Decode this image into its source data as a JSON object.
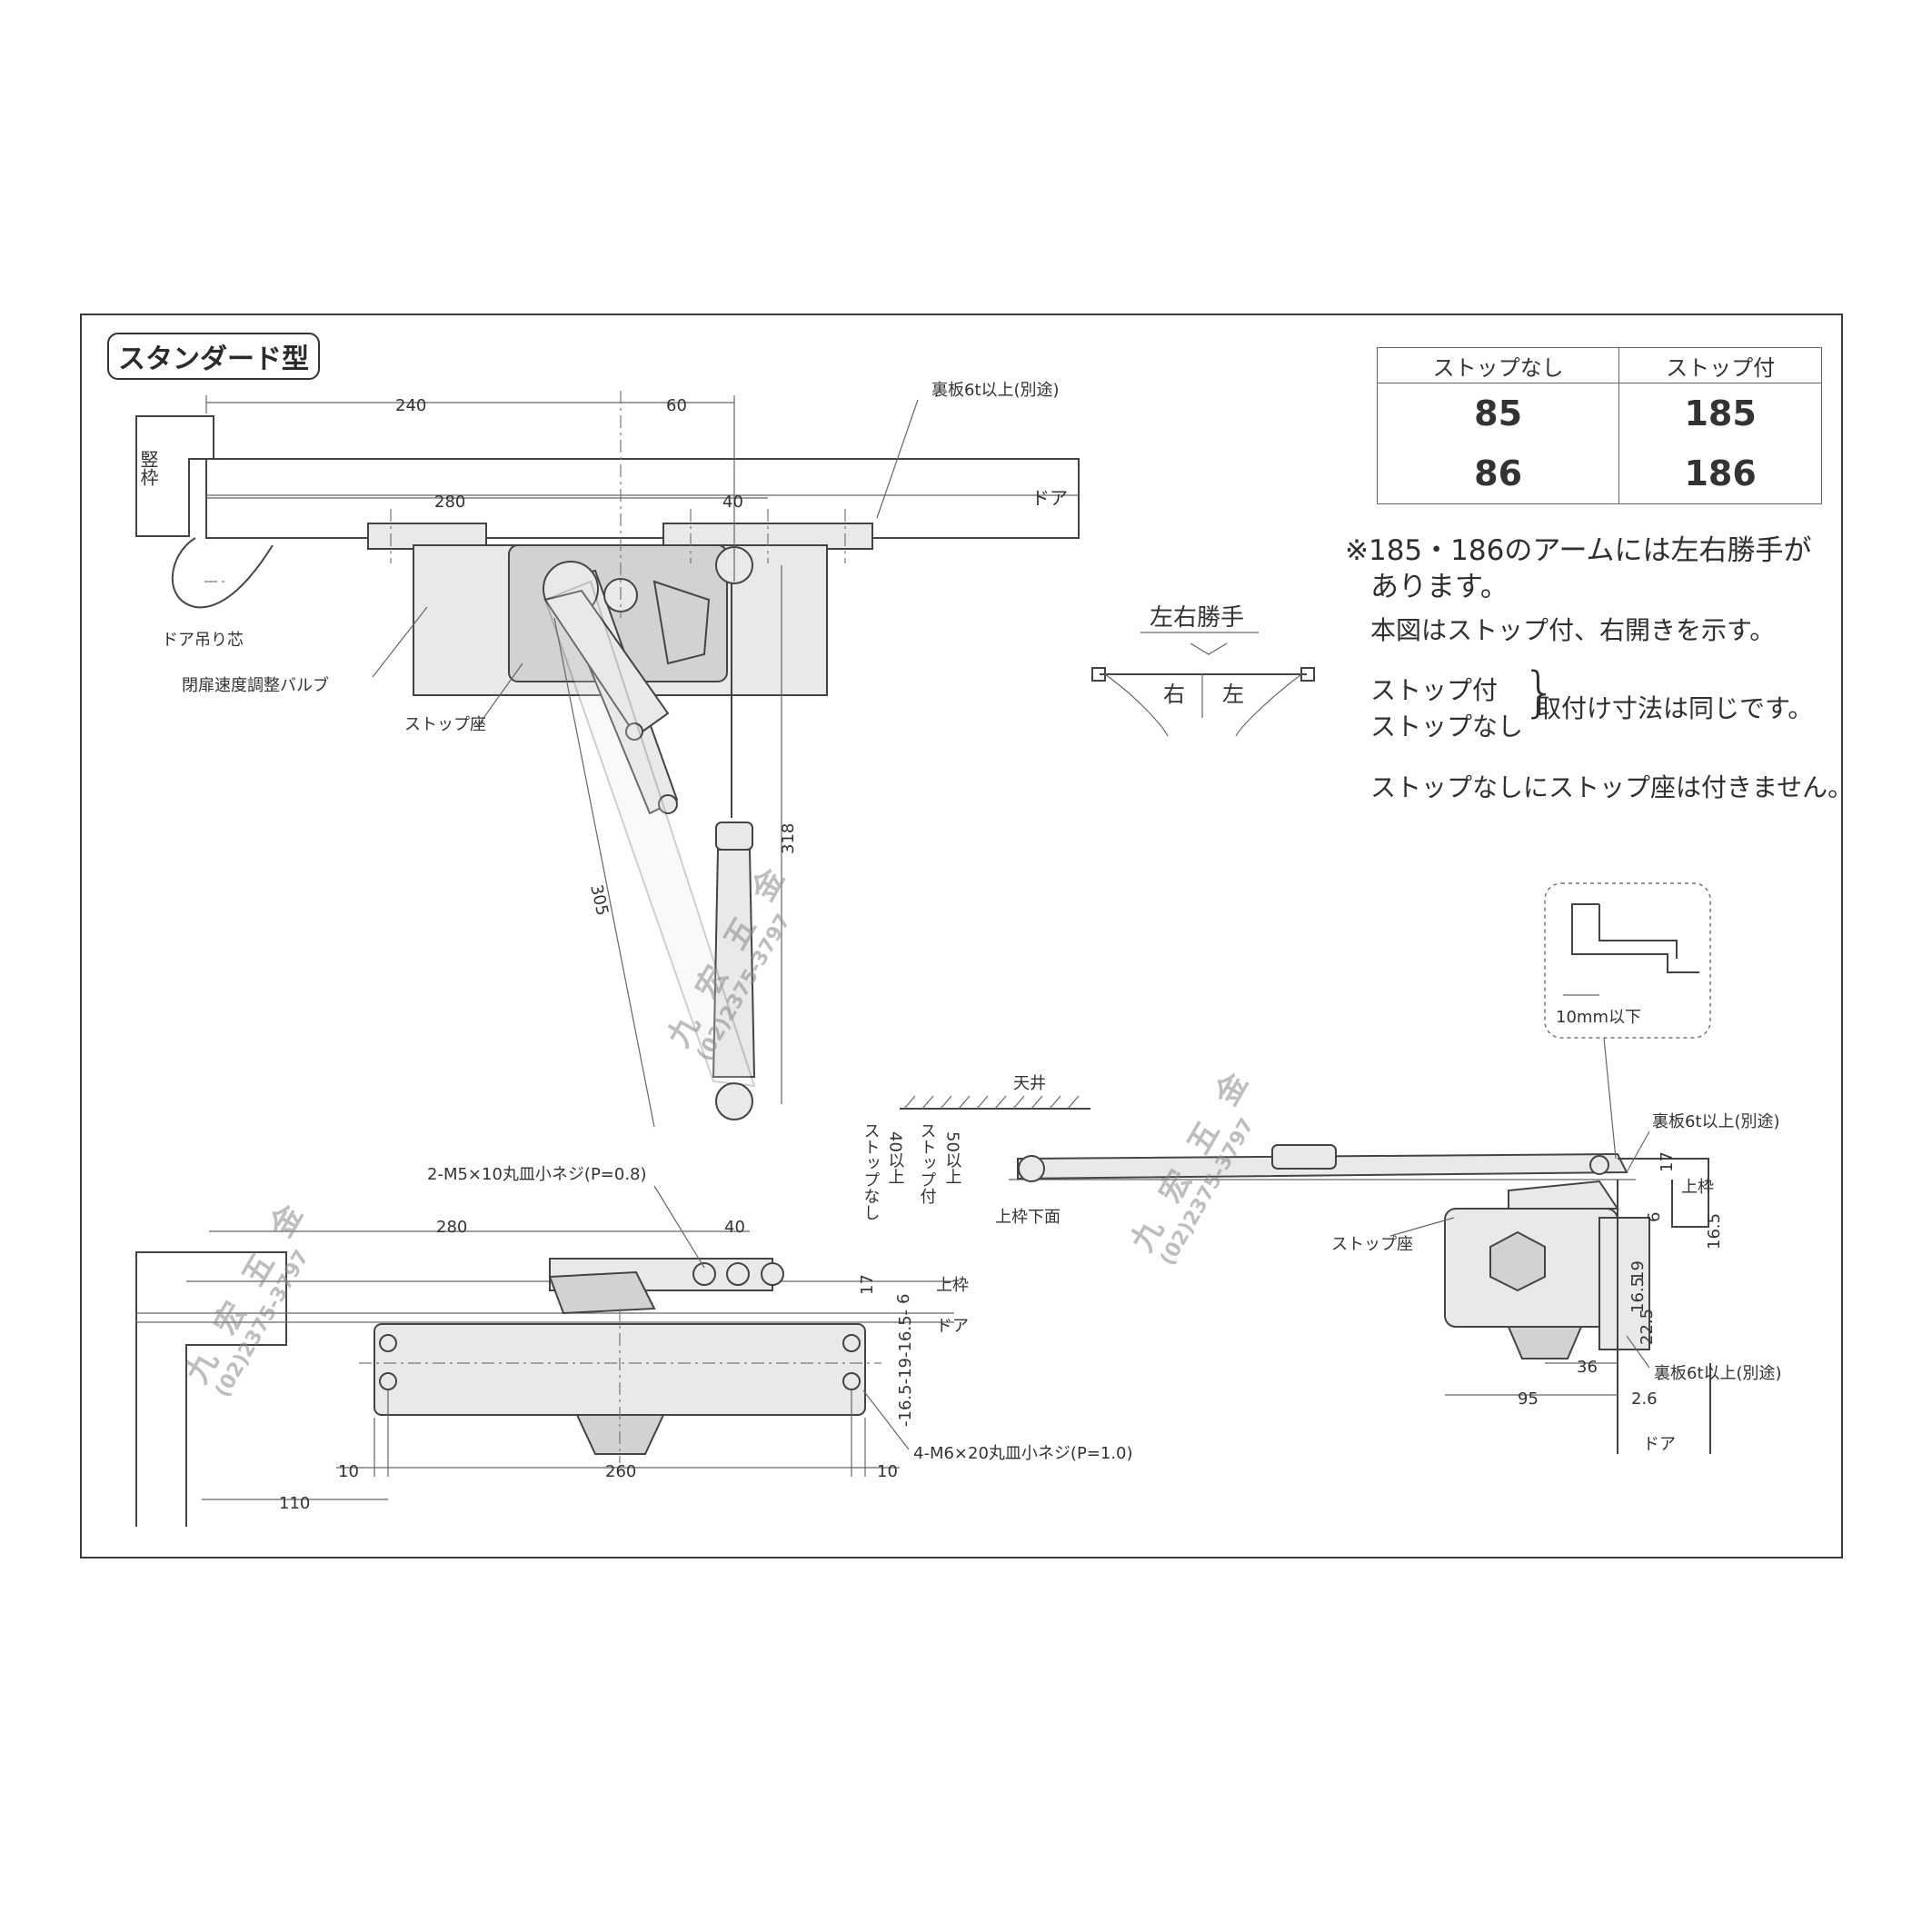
{
  "title": "スタンダード型",
  "model_table": {
    "headers": [
      "ストップなし",
      "ストップ付"
    ],
    "rows": [
      [
        "85",
        "185"
      ],
      [
        "86",
        "186"
      ]
    ]
  },
  "notes": {
    "n1_line1": "※185・186のアームには左右勝手が",
    "n1_line2": "あります。",
    "n2": "本図はストップ付、右開きを示す。",
    "n3_a": "ストップ付",
    "n3_b": "ストップなし",
    "n3_c": "取付け寸法は同じです。",
    "n4": "ストップなしにストップ座は付きません。"
  },
  "hand_diagram": {
    "title": "左右勝手",
    "right": "右",
    "left": "左"
  },
  "top_view": {
    "frame_label": "竪枠",
    "door_label": "ドア",
    "backplate": "裏板6t以上(別途)",
    "pivot": "ドア吊り芯",
    "valve": "閉扉速度調整バルブ",
    "stop_seat": "ストップ座",
    "dims": {
      "d240": "240",
      "d60": "60",
      "d280": "280",
      "d40": "40",
      "d305": "305",
      "d318": "318"
    }
  },
  "front_view": {
    "screw_top": "2-M5×10丸皿小ネジ(P=0.8)",
    "screw_bottom": "4-M6×20丸皿小ネジ(P=1.0)",
    "frame_label": "上枠",
    "door_label": "ドア",
    "dims": {
      "d280": "280",
      "d40": "40",
      "d17": "17",
      "d6": "6",
      "d_vert": "-16.5-19-16.5-",
      "d10a": "10",
      "d260": "260",
      "d10b": "10",
      "d110": "110"
    }
  },
  "side_view": {
    "ceiling": "天井",
    "no_stop": "ストップなし",
    "no_stop_dim": "40以上",
    "with_stop": "ストップ付",
    "with_stop_dim": "50以上",
    "frame_bottom": "上枠下面",
    "backplate_top": "裏板6t以上(別途)",
    "backplate_bottom": "裏板6t以上(別途)",
    "frame_label": "上枠",
    "stop_seat": "ストップ座",
    "door_label": "ドア",
    "detail": "10mm以下",
    "dims": {
      "d17": "17",
      "d6": "6",
      "d165a": "16.5",
      "d19": "19",
      "d165b": "16.5",
      "d225": "22.5",
      "d36": "36",
      "d95": "95",
      "d26": "2.6"
    }
  },
  "watermark": {
    "name": "九 宏 五 金",
    "phone": "(02)2375-3797"
  }
}
